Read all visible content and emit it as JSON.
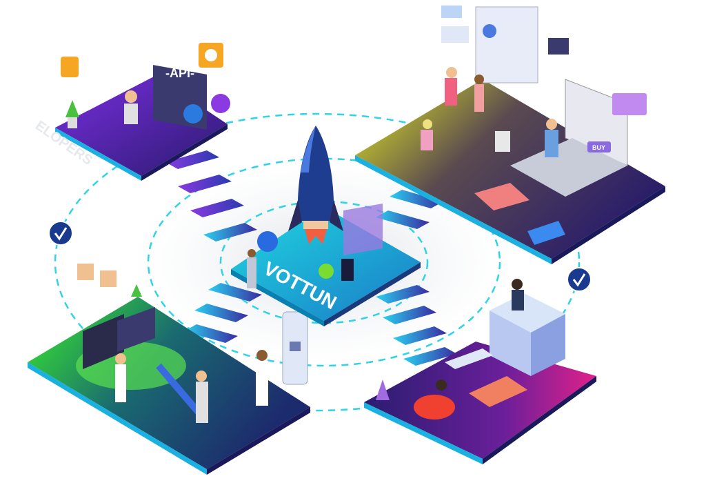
{
  "illustration": {
    "api_label": "-API-",
    "brand_logo_text": "VOTTUN",
    "developers_text": "ELOPERS",
    "buy_label": "BUY"
  },
  "colors": {
    "dashed_ring": "#2fd3e6",
    "check_badge": "#1a3a8f",
    "center_platform": "#14c3d6",
    "rocket_body": "#1f3d8f"
  }
}
